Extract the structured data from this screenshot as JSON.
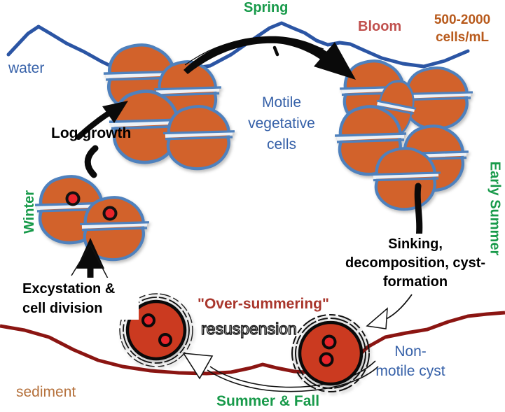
{
  "labels": {
    "spring": "Spring",
    "bloom": "Bloom",
    "cell_density_lines": [
      "500-2000",
      "cells/mL"
    ],
    "water": "water",
    "motile_lines": [
      "Motile",
      "vegetative",
      "cells"
    ],
    "log_growth": "Log growth",
    "winter": "Winter",
    "early_summer": "Early Summer",
    "sinking_lines": [
      "Sinking,",
      "decomposition, cyst-",
      "formation"
    ],
    "excystation_lines": [
      "Excystation &",
      "cell division"
    ],
    "over_summering": "\"Over-summering\"",
    "resuspension": "resuspension",
    "non_motile_lines": [
      "Non-",
      "motile cyst"
    ],
    "sediment": "sediment",
    "summer_fall": "Summer & Fall"
  },
  "colors": {
    "cell_fill": "#d2622b",
    "cell_outline": "#4f81bd",
    "girdle_gap": "#edf1f6",
    "water_line": "#2b55a4",
    "blue_text": "#3560a8",
    "green_text": "#189a4a",
    "bloom_text": "#c0504d",
    "density_text": "#b85a1c",
    "sediment_line": "#8b1512",
    "sediment_text": "#b5713c",
    "over_summering_text": "#a9362c",
    "cyst_fill": "#cb3a20",
    "cyst_dot": "#e8242a",
    "arrow_black": "#0a0a0a"
  }
}
